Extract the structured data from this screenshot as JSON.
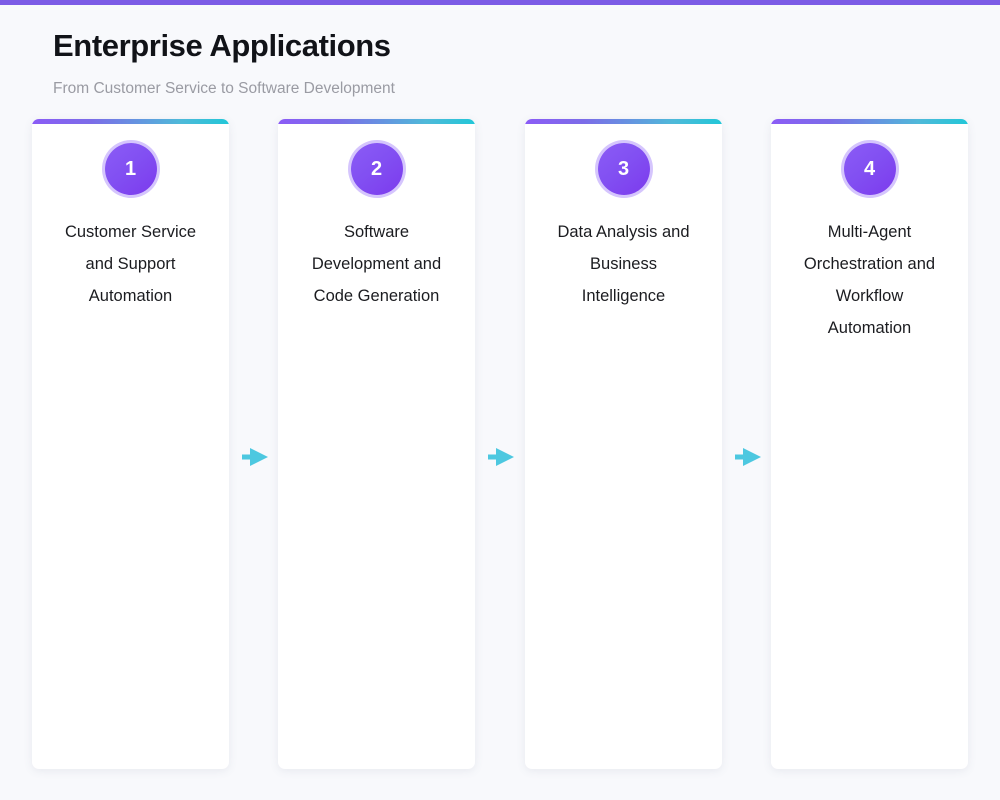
{
  "theme": {
    "page_background": "#f8f9fc",
    "top_bar_color": "#7c5ce6",
    "accent_gradient_start": "#8b5cf6",
    "accent_gradient_end": "#22c7d8",
    "badge_color": "#7c3aed",
    "arrow_color": "#4dc8e0",
    "title_color": "#111318",
    "subtitle_color": "#9a9ba3",
    "card_background": "#ffffff"
  },
  "header": {
    "title": "Enterprise Applications",
    "subtitle": "From Customer Service to Software Development"
  },
  "cards": [
    {
      "number": "1",
      "label": "Customer Service and Support Automation"
    },
    {
      "number": "2",
      "label": "Software Development and Code Generation"
    },
    {
      "number": "3",
      "label": "Data Analysis and Business Intelligence"
    },
    {
      "number": "4",
      "label": "Multi-Agent Orchestration and Workflow Automation"
    }
  ],
  "connectors": [
    {
      "icon": "arrow-right-icon"
    },
    {
      "icon": "arrow-right-icon"
    },
    {
      "icon": "arrow-right-icon"
    }
  ]
}
